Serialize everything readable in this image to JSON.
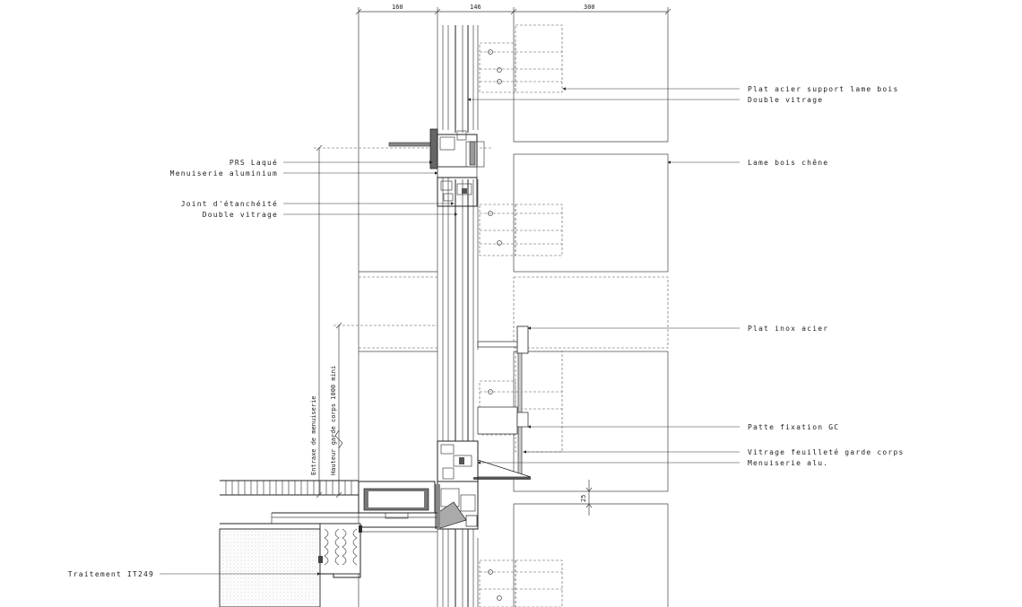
{
  "dimensions": {
    "d1": "160",
    "d2": "146",
    "d3": "300",
    "gap": "25"
  },
  "labels_right": [
    "Plat acier support lame bois",
    "Double vitrage",
    "Lame bois chêne",
    "Plat inox acier",
    "Patte fixation GC",
    "Vitrage feuilleté garde corps",
    "Menuiserie alu."
  ],
  "labels_left": [
    "PRS Laqué",
    "Menuiserie aluminium",
    "Joint d'étanchéité",
    "Double vitrage",
    "Traitement IT249"
  ],
  "vertical_labels": {
    "entraxe": "Entraxe de menuiserie",
    "hauteur": "Hauteur garde corps 1000 mini"
  }
}
